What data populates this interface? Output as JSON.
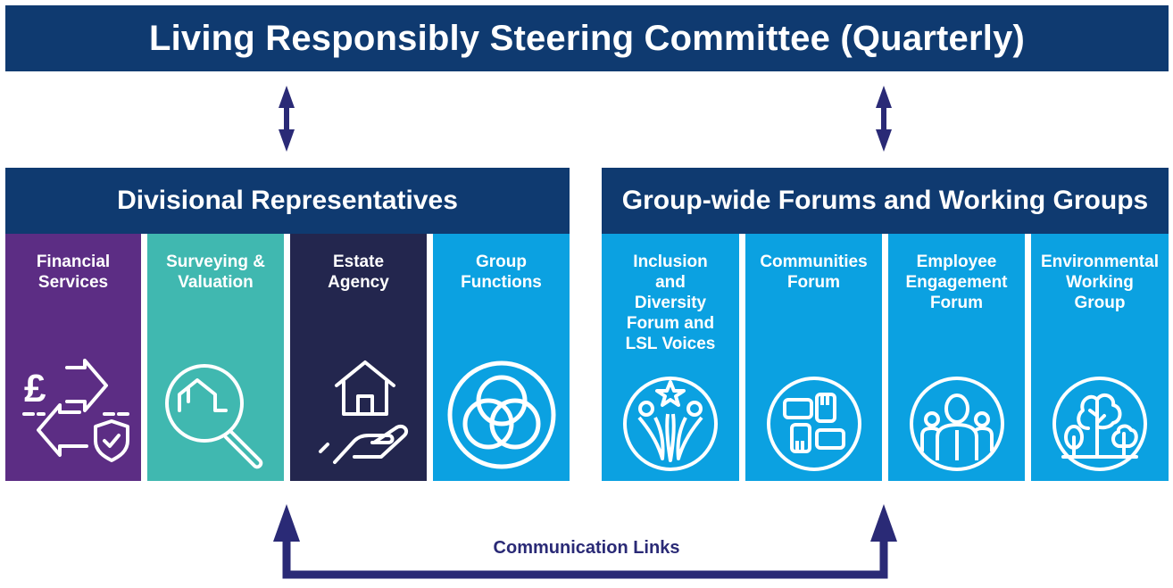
{
  "title": "Living Responsibly Steering Committee (Quarterly)",
  "divisional": {
    "title": "Divisional Representatives",
    "cards": [
      {
        "label": "Financial\nServices",
        "color": "#5c2d84",
        "icon": "currency-exchange-shield-icon"
      },
      {
        "label": "Surveying &\nValuation",
        "color": "#40b8b0",
        "icon": "magnifier-house-icon"
      },
      {
        "label": "Estate\nAgency",
        "color": "#23264e",
        "icon": "house-in-hand-icon"
      },
      {
        "label": "Group\nFunctions",
        "color": "#0ba1e1",
        "icon": "interlocking-circles-icon"
      }
    ]
  },
  "groupwide": {
    "title": "Group-wide Forums and Working Groups",
    "cards": [
      {
        "label": "Inclusion\nand\nDiversity\nForum and\nLSL Voices",
        "color": "#0ba1e1",
        "icon": "people-star-icon"
      },
      {
        "label": "Communities\nForum",
        "color": "#0ba1e1",
        "icon": "linked-hands-icon"
      },
      {
        "label": "Employee\nEngagement\nForum",
        "color": "#0ba1e1",
        "icon": "team-people-icon"
      },
      {
        "label": "Environmental\nWorking\nGroup",
        "color": "#0ba1e1",
        "icon": "trees-icon"
      }
    ]
  },
  "communication_label": "Communication Links",
  "colors": {
    "navy": "#0f3a70",
    "arrow": "#2a2a76"
  }
}
